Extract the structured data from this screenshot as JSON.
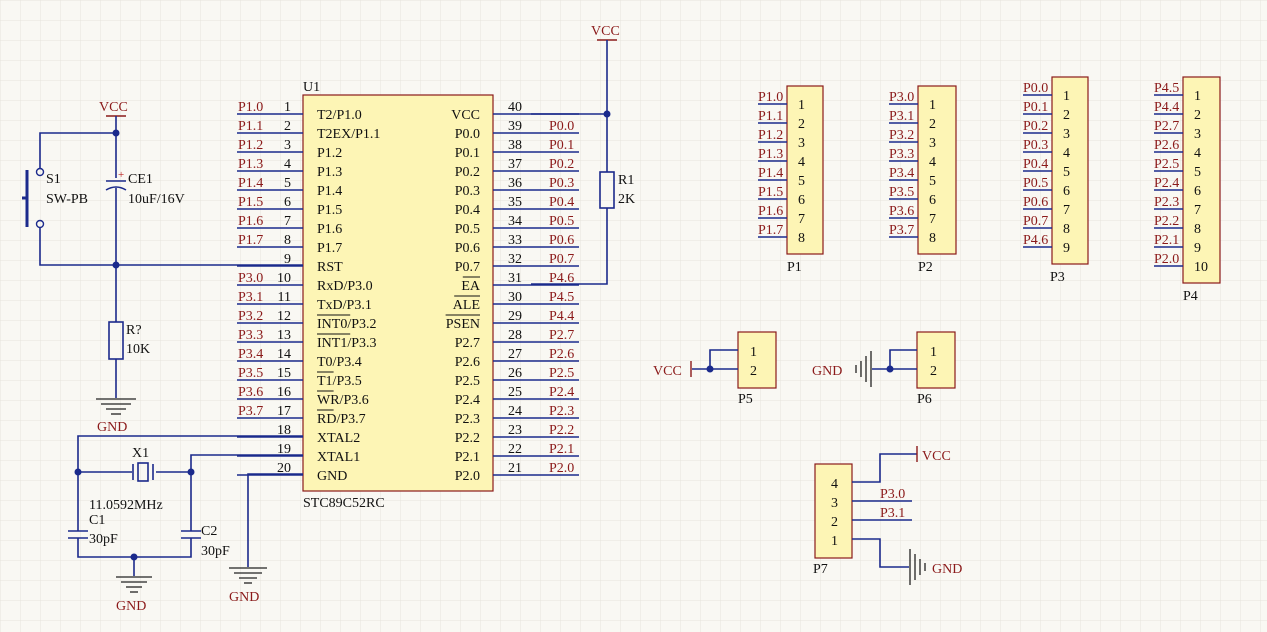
{
  "u1": {
    "ref": "U1",
    "part": "STC89C52RC",
    "left_pins": [
      {
        "num": "1",
        "name": "T2/P1.0",
        "net": "P1.0",
        "bar": ""
      },
      {
        "num": "2",
        "name": "T2EX/P1.1",
        "net": "P1.1",
        "bar": ""
      },
      {
        "num": "3",
        "name": "P1.2",
        "net": "P1.2",
        "bar": ""
      },
      {
        "num": "4",
        "name": "P1.3",
        "net": "P1.3",
        "bar": ""
      },
      {
        "num": "5",
        "name": "P1.4",
        "net": "P1.4",
        "bar": ""
      },
      {
        "num": "6",
        "name": "P1.5",
        "net": "P1.5",
        "bar": ""
      },
      {
        "num": "7",
        "name": "P1.6",
        "net": "P1.6",
        "bar": ""
      },
      {
        "num": "8",
        "name": "P1.7",
        "net": "P1.7",
        "bar": ""
      },
      {
        "num": "9",
        "name": "RST",
        "net": "",
        "bar": ""
      },
      {
        "num": "10",
        "name": "RxD/P3.0",
        "net": "P3.0",
        "bar": ""
      },
      {
        "num": "11",
        "name": "TxD/P3.1",
        "net": "P3.1",
        "bar": ""
      },
      {
        "num": "12",
        "name": "INT0/P3.2",
        "net": "P3.2",
        "bar": "INT0"
      },
      {
        "num": "13",
        "name": "INT1/P3.3",
        "net": "P3.3",
        "bar": "INT1"
      },
      {
        "num": "14",
        "name": "T0/P3.4",
        "net": "P3.4",
        "bar": ""
      },
      {
        "num": "15",
        "name": "T1/P3.5",
        "net": "P3.5",
        "bar": "T1"
      },
      {
        "num": "16",
        "name": "WR/P3.6",
        "net": "P3.6",
        "bar": "WR"
      },
      {
        "num": "17",
        "name": "RD/P3.7",
        "net": "P3.7",
        "bar": "RD"
      },
      {
        "num": "18",
        "name": "XTAL2",
        "net": "",
        "bar": ""
      },
      {
        "num": "19",
        "name": "XTAL1",
        "net": "",
        "bar": ""
      },
      {
        "num": "20",
        "name": "GND",
        "net": "",
        "bar": ""
      }
    ],
    "right_pins": [
      {
        "num": "40",
        "name": "VCC",
        "net": "",
        "bar": ""
      },
      {
        "num": "39",
        "name": "P0.0",
        "net": "P0.0",
        "bar": ""
      },
      {
        "num": "38",
        "name": "P0.1",
        "net": "P0.1",
        "bar": ""
      },
      {
        "num": "37",
        "name": "P0.2",
        "net": "P0.2",
        "bar": ""
      },
      {
        "num": "36",
        "name": "P0.3",
        "net": "P0.3",
        "bar": ""
      },
      {
        "num": "35",
        "name": "P0.4",
        "net": "P0.4",
        "bar": ""
      },
      {
        "num": "34",
        "name": "P0.5",
        "net": "P0.5",
        "bar": ""
      },
      {
        "num": "33",
        "name": "P0.6",
        "net": "P0.6",
        "bar": ""
      },
      {
        "num": "32",
        "name": "P0.7",
        "net": "P0.7",
        "bar": ""
      },
      {
        "num": "31",
        "name": "EA",
        "net": "P4.6",
        "bar": "EA"
      },
      {
        "num": "30",
        "name": "ALE",
        "net": "P4.5",
        "bar": "ALE"
      },
      {
        "num": "29",
        "name": "PSEN",
        "net": "P4.4",
        "bar": "PSEN"
      },
      {
        "num": "28",
        "name": "P2.7",
        "net": "P2.7",
        "bar": ""
      },
      {
        "num": "27",
        "name": "P2.6",
        "net": "P2.6",
        "bar": ""
      },
      {
        "num": "26",
        "name": "P2.5",
        "net": "P2.5",
        "bar": ""
      },
      {
        "num": "25",
        "name": "P2.4",
        "net": "P2.4",
        "bar": ""
      },
      {
        "num": "24",
        "name": "P2.3",
        "net": "P2.3",
        "bar": ""
      },
      {
        "num": "23",
        "name": "P2.2",
        "net": "P2.2",
        "bar": ""
      },
      {
        "num": "22",
        "name": "P2.1",
        "net": "P2.1",
        "bar": ""
      },
      {
        "num": "21",
        "name": "P2.0",
        "net": "P2.0",
        "bar": ""
      }
    ]
  },
  "power": {
    "vcc": "VCC",
    "gnd": "GND"
  },
  "s1": {
    "ref": "S1",
    "value": "SW-PB"
  },
  "ce1": {
    "ref": "CE1",
    "value": "10uF/16V",
    "plus": "+"
  },
  "r_reset": {
    "ref": "R?",
    "value": "10K"
  },
  "r1": {
    "ref": "R1",
    "value": "2K"
  },
  "x1": {
    "ref": "X1",
    "value": "11.0592MHz"
  },
  "c1": {
    "ref": "C1",
    "value": "30pF"
  },
  "c2": {
    "ref": "C2",
    "value": "30pF"
  },
  "headers": [
    {
      "ref": "P1",
      "pins": [
        "1",
        "2",
        "3",
        "4",
        "5",
        "6",
        "7",
        "8"
      ],
      "nets": [
        "P1.0",
        "P1.1",
        "P1.2",
        "P1.3",
        "P1.4",
        "P1.5",
        "P1.6",
        "P1.7"
      ]
    },
    {
      "ref": "P2",
      "pins": [
        "1",
        "2",
        "3",
        "4",
        "5",
        "6",
        "7",
        "8"
      ],
      "nets": [
        "P3.0",
        "P3.1",
        "P3.2",
        "P3.3",
        "P3.4",
        "P3.5",
        "P3.6",
        "P3.7"
      ]
    },
    {
      "ref": "P3",
      "pins": [
        "1",
        "2",
        "3",
        "4",
        "5",
        "6",
        "7",
        "8",
        "9"
      ],
      "nets": [
        "P0.0",
        "P0.1",
        "P0.2",
        "P0.3",
        "P0.4",
        "P0.5",
        "P0.6",
        "P0.7",
        "P4.6"
      ]
    },
    {
      "ref": "P4",
      "pins": [
        "1",
        "2",
        "3",
        "4",
        "5",
        "6",
        "7",
        "8",
        "9",
        "10"
      ],
      "nets": [
        "P4.5",
        "P4.4",
        "P2.7",
        "P2.6",
        "P2.5",
        "P2.4",
        "P2.3",
        "P2.2",
        "P2.1",
        "P2.0"
      ]
    }
  ],
  "p5": {
    "ref": "P5",
    "pins": [
      "1",
      "2"
    ],
    "net": "VCC"
  },
  "p6": {
    "ref": "P6",
    "pins": [
      "1",
      "2"
    ],
    "net": "GND"
  },
  "p7": {
    "ref": "P7",
    "pins": [
      "4",
      "3",
      "2",
      "1"
    ],
    "nets": [
      "VCC",
      "P3.0",
      "P3.1",
      "GND"
    ]
  }
}
